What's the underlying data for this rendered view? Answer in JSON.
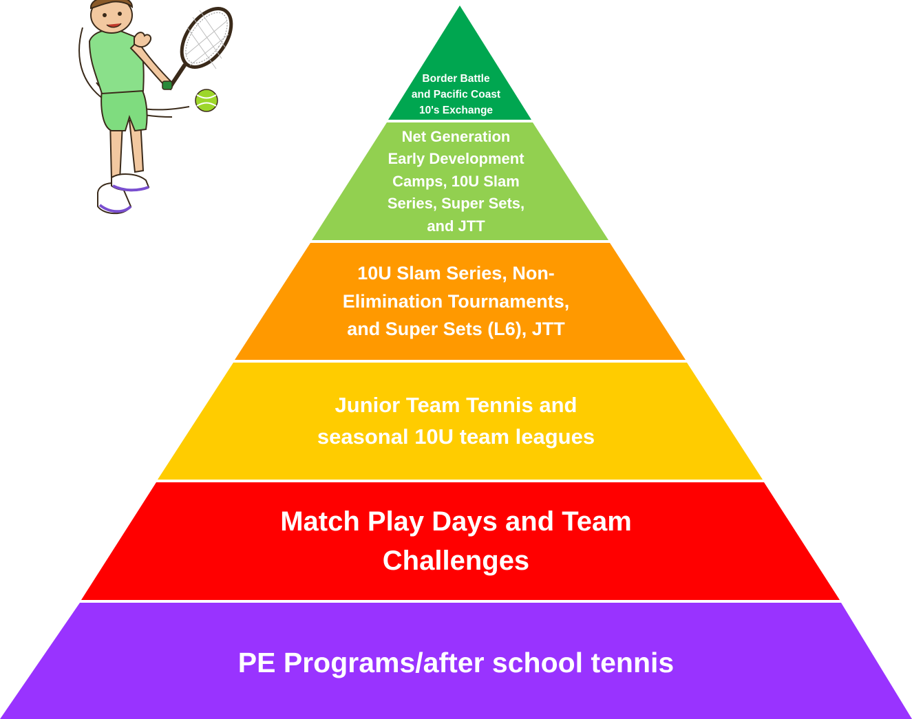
{
  "tiers": [
    {
      "level": 1,
      "label": "PE Programs/after school tennis",
      "color": "#9933ff"
    },
    {
      "level": 2,
      "label": "Match Play Days and Team\nChallenges",
      "color": "#ff0000"
    },
    {
      "level": 3,
      "label": "Junior Team Tennis and\nseasonal 10U team leagues",
      "color": "#ffcc00"
    },
    {
      "level": 4,
      "label": "10U Slam Series, Non-\nElimination Tournaments,\nand Super Sets (L6), JTT",
      "color": "#ff9900"
    },
    {
      "level": 5,
      "label": "Net Generation\nEarly Development\nCamps, 10U Slam\nSeries, Super Sets,\nand JTT",
      "color": "#92d050"
    },
    {
      "level": 6,
      "label": "Border Battle\nand Pacific Coast\n10's Exchange",
      "color": "#00a650"
    }
  ],
  "illustration": {
    "icon": "tennis-player-illustration"
  }
}
